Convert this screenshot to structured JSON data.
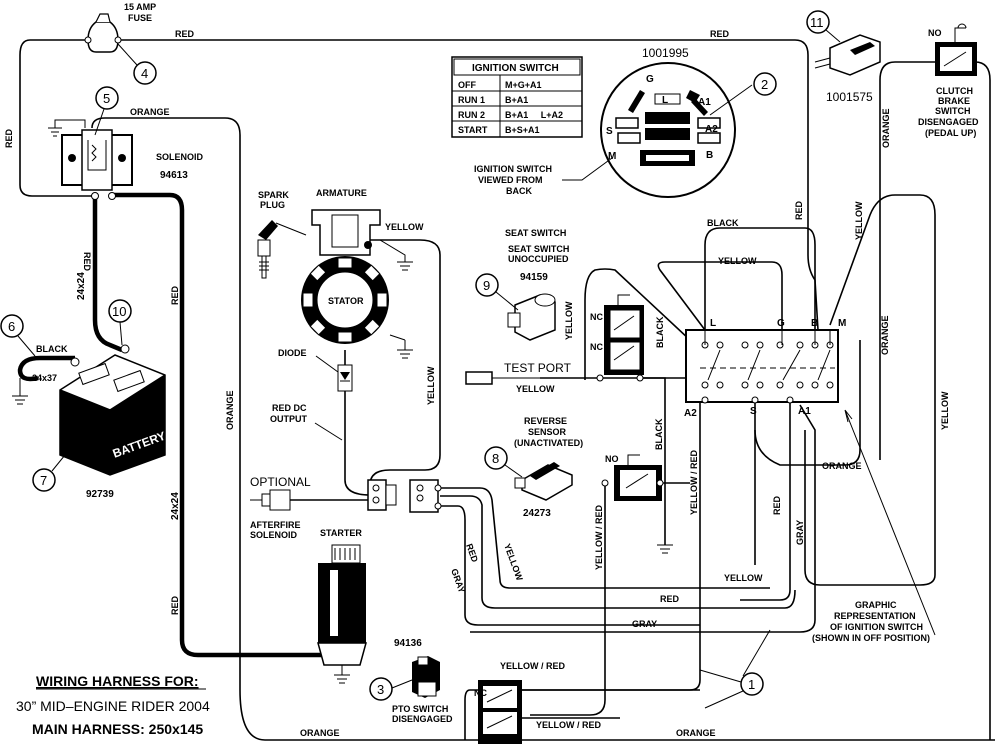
{
  "fuse": {
    "amp_label": "15 AMP",
    "type_label": "FUSE"
  },
  "ignition_table": {
    "header": "IGNITION SWITCH",
    "rows": [
      {
        "pos": "OFF",
        "conn": "M+G+A1"
      },
      {
        "pos": "RUN 1",
        "conn": "B+A1"
      },
      {
        "pos": "RUN 2",
        "conn": "B+A1     L+A2"
      },
      {
        "pos": "START",
        "conn": "B+S+A1"
      }
    ]
  },
  "ignition_part": "1001995",
  "ignition_view": {
    "l1": "IGNITION SWITCH",
    "l2": "VIEWED FROM",
    "l3": "BACK"
  },
  "terminals": {
    "G": "G",
    "L": "L",
    "A1": "A1",
    "A2": "A2",
    "S": "S",
    "M": "M",
    "B": "B"
  },
  "solenoid": {
    "label": "SOLENOID",
    "part": "94613"
  },
  "spark_plug": {
    "l1": "SPARK",
    "l2": "PLUG"
  },
  "armature": "ARMATURE",
  "stator": "STATOR",
  "diode": "DIODE",
  "red_dc": {
    "l1": "RED DC",
    "l2": "OUTPUT"
  },
  "optional": "OPTIONAL",
  "afterfire": {
    "l1": "AFTERFIRE",
    "l2": "SOLENOID"
  },
  "starter": "STARTER",
  "battery": {
    "label": "BATTERY",
    "part": "92739",
    "cable": "24x37"
  },
  "seat_switch": {
    "title": "SEAT SWITCH",
    "l1": "SEAT SWITCH",
    "l2": "UNOCCUPIED",
    "part": "94159"
  },
  "test_port": "TEST PORT",
  "reverse_sensor": {
    "l1": "REVERSE",
    "l2": "SENSOR",
    "l3": "(UNACTIVATED)",
    "part": "24273"
  },
  "clutch": {
    "l1": "CLUTCH",
    "l2": "BRAKE",
    "l3": "SWITCH",
    "l4": "DISENGAGED",
    "l5": "(PEDAL UP)"
  },
  "part_11": "1001575",
  "pto": {
    "part": "94136",
    "l1": "PTO SWITCH",
    "l2": "DISENGAGED"
  },
  "graphic": {
    "l1": "GRAPHIC",
    "l2": "REPRESENTATION",
    "l3": "OF IGNITION SWITCH",
    "l4": "(SHOWN IN OFF POSITION)"
  },
  "harness": {
    "l1": "WIRING HARNESS FOR:",
    "l2": "30” MID–ENGINE RIDER 2004",
    "l3": "MAIN HARNESS: 250x145"
  },
  "callouts": [
    "1",
    "2",
    "3",
    "4",
    "5",
    "6",
    "7",
    "8",
    "9",
    "10",
    "11"
  ],
  "colors": {
    "red": "RED",
    "black": "BLACK",
    "orange": "ORANGE",
    "yellow": "YELLOW",
    "gray": "GRAY",
    "yellow_red": "YELLOW / RED"
  },
  "cable_24x24": "24x24",
  "switch_nc": "NC",
  "switch_no": "NO",
  "accent": {
    "line": "#000000",
    "background": "#ffffff"
  }
}
